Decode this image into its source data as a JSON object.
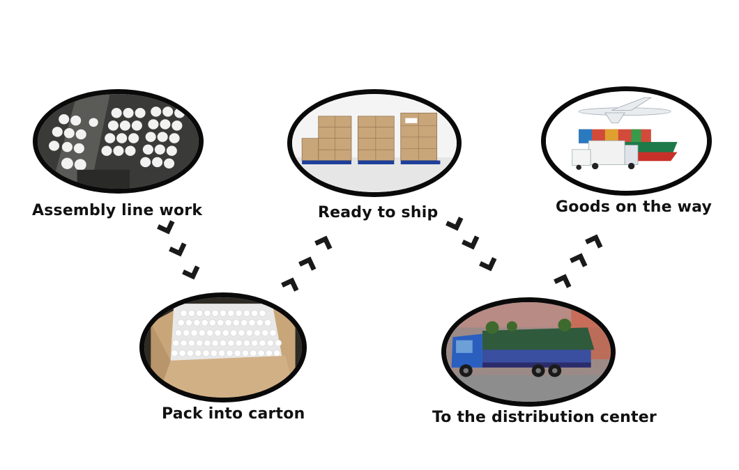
{
  "steps": [
    {
      "label": "Assembly line work",
      "photo": "factory-bottle-assembly-photo"
    },
    {
      "label": "Pack into carton",
      "photo": "carton-with-white-bottles-photo"
    },
    {
      "label": "Ready to ship",
      "photo": "palletized-cartons-photo"
    },
    {
      "label": "To the distribution center",
      "photo": "covered-cargo-truck-photo"
    },
    {
      "label": "Goods on the way",
      "photo": "airplane-ship-truck-logistics-photo"
    }
  ],
  "colors": {
    "frame": "#0a0a0a",
    "arrow": "#1a1a1a",
    "text": "#111111",
    "background": "#ffffff"
  }
}
